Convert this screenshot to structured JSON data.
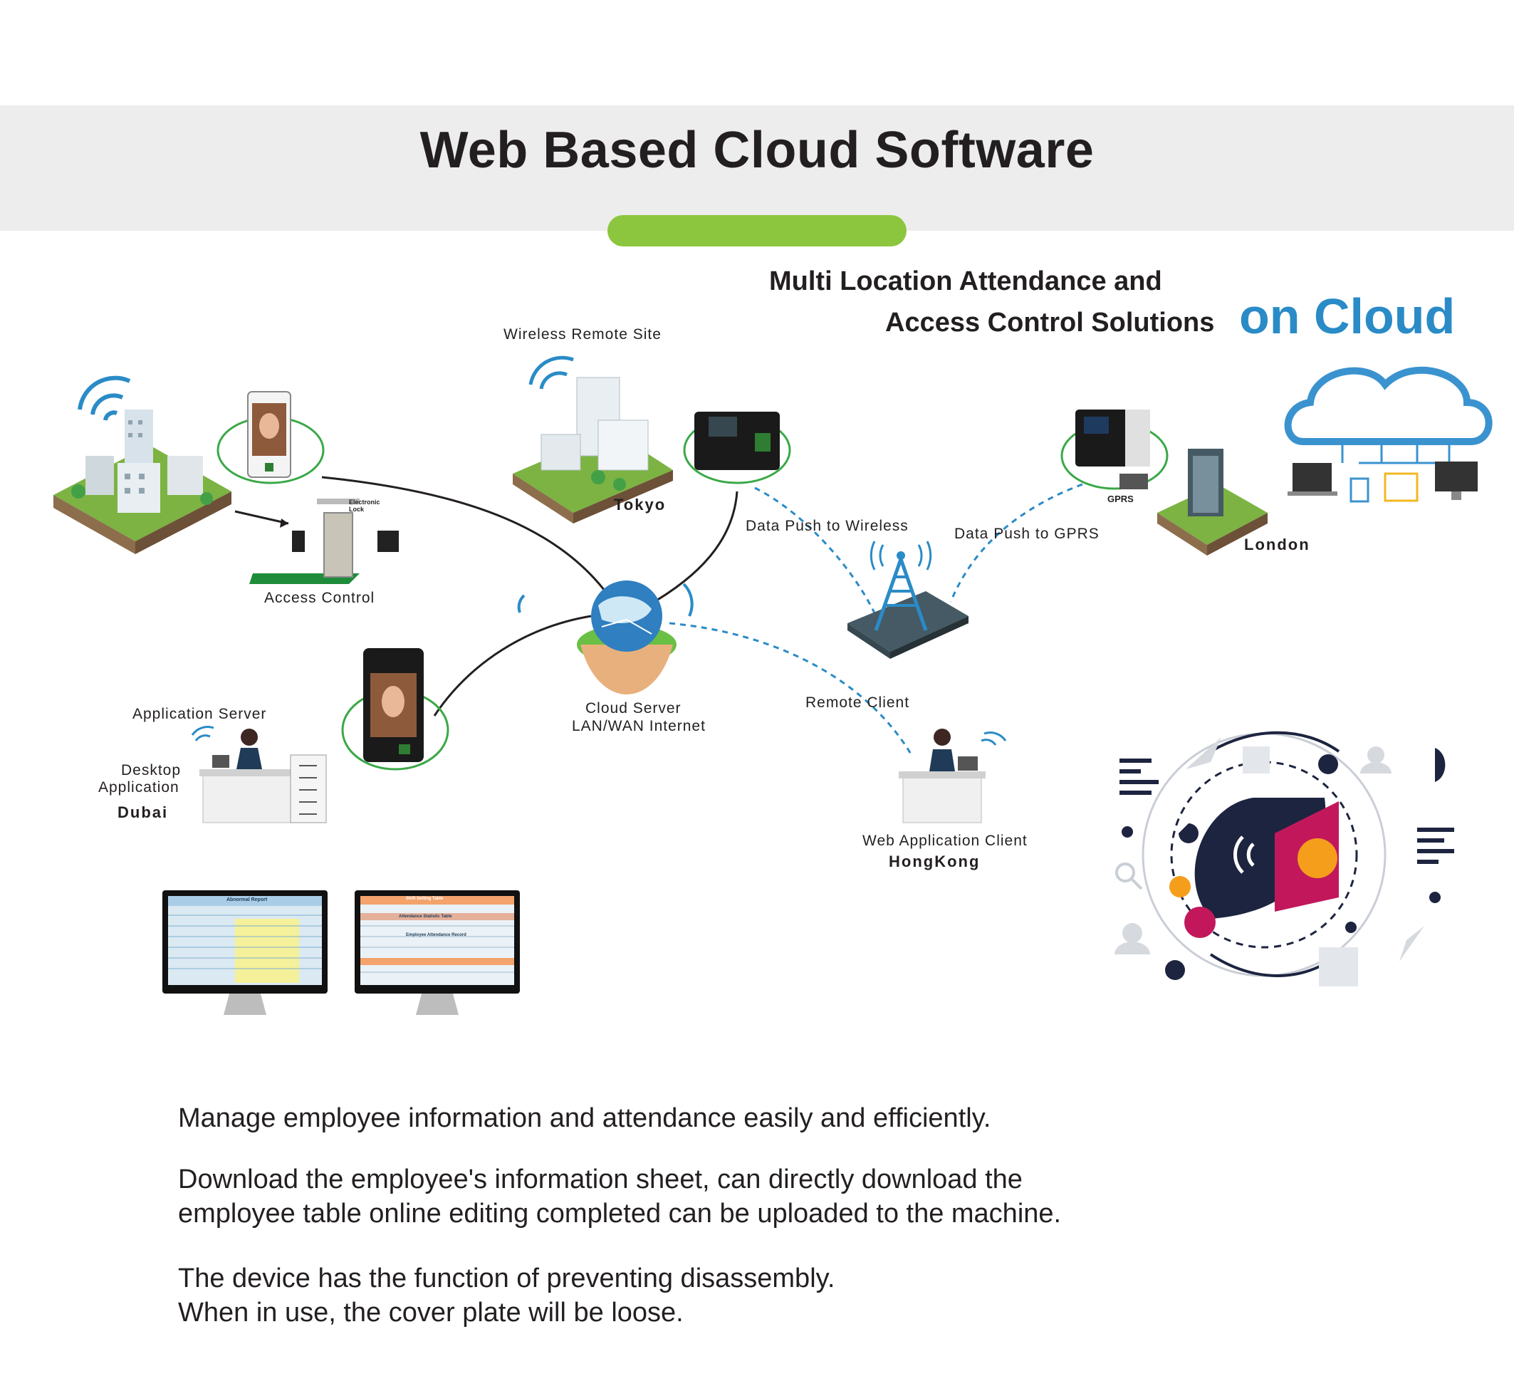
{
  "header": {
    "title": "Web Based Cloud Software",
    "subtitle_line1": "Multi Location Attendance and",
    "subtitle_line2": "Access Control Solutions",
    "subtitle_accent": "on Cloud",
    "accent_color": "#2a8bc7",
    "bar_color": "#8cc63f"
  },
  "diagram": {
    "nodes": {
      "wireless_remote_site": "Wireless Remote Site",
      "tokyo": "Tokyo",
      "access_control": "Access Control",
      "electronic_lock": "Electronic Lock",
      "cloud_server_line1": "Cloud Server",
      "cloud_server_line2": "LAN/WAN Internet",
      "data_push_wireless": "Data Push to Wireless",
      "data_push_gprs": "Data Push to GPRS",
      "gprs": "GPRS",
      "london": "London",
      "remote_client": "Remote Client",
      "application_server": "Application Server",
      "desktop_line1": "Desktop",
      "desktop_line2": "Application",
      "dubai": "Dubai",
      "web_app_client": "Web Application Client",
      "hongkong": "HongKong"
    },
    "monitors": {
      "left_title": "Abnormal Report",
      "right_title": "Shift Setting Table",
      "right_sub1": "Attendance Statistic Table",
      "right_sub2": "Employee Attendance Record"
    }
  },
  "body_text": {
    "p1": "Manage employee information and attendance easily and efficiently.",
    "p2_line1": "Download the employee's information sheet, can directly download the",
    "p2_line2": "employee table online editing completed can be uploaded to the machine.",
    "p3_line1": "The device has the function of preventing disassembly.",
    "p3_line2": "When in use, the cover plate will be loose."
  }
}
